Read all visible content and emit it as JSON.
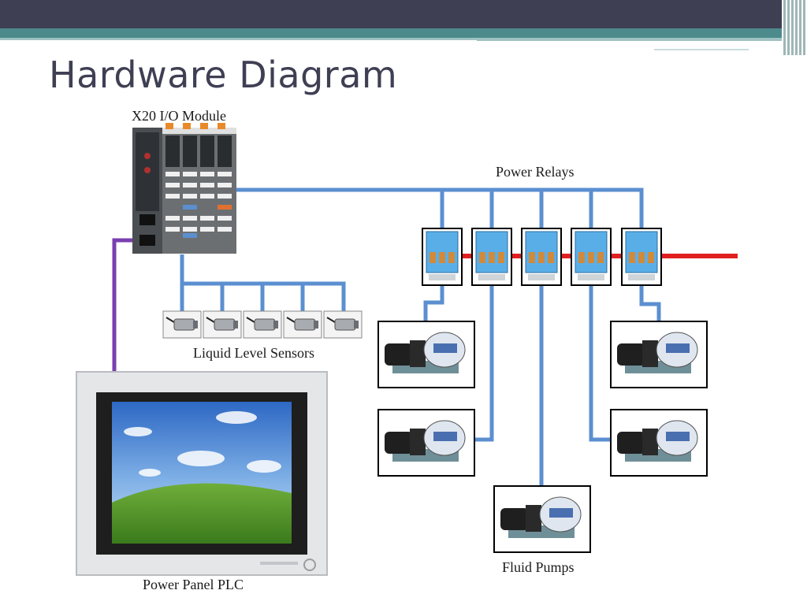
{
  "slide": {
    "title": "Hardware Diagram"
  },
  "diagram": {
    "io_module_label": "X20 I/O Module",
    "power_relays_label": "Power Relays",
    "sensors_label": "Liquid Level Sensors",
    "plc_label": "Power Panel PLC",
    "pumps_label": "Fluid Pumps",
    "colors": {
      "signal_wire": "#5b8fd0",
      "ethernet_wire": "#7a3fb0",
      "power_wire": "#e02020",
      "relay": "#5aaee8"
    },
    "relay_count": 5,
    "sensor_count": 5,
    "pump_count": 5
  }
}
